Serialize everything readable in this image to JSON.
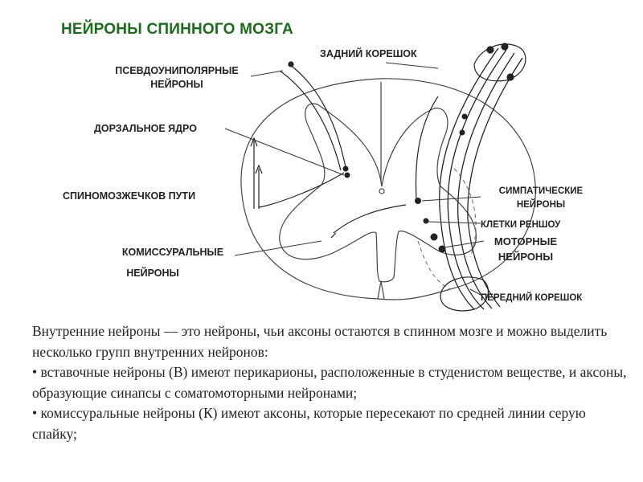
{
  "title": "НЕЙРОНЫ СПИННОГО МОЗГА",
  "labels": {
    "posterior_root": "ЗАДНИЙ КОРЕШОК",
    "pseudounipolar_1": "ПСЕВДОУНИПОЛЯРНЫЕ",
    "pseudounipolar_2": "НЕЙРОНЫ",
    "dorsal_nucleus": "ДОРЗАЛЬНОЕ ЯДРО",
    "spinocerebellar": "СПИНОМОЗЖЕЧКОВ ПУТИ",
    "commissural_1": "КОМИССУРАЛЬНЫЕ",
    "commissural_2": "НЕЙРОНЫ",
    "sympathetic_1": "СИМПАТИЧЕСКИЕ",
    "sympathetic_2": "НЕЙРОНЫ",
    "renshaw": "КЛЕТКИ РЕНШОУ",
    "motor_1": "МОТОРНЫЕ",
    "motor_2": "НЕЙРОНЫ",
    "anterior_root": "ПЕРЕДНИЙ КОРЕШОК"
  },
  "paragraphs": [
    "Внутренние нейроны — это нейроны, чьи аксоны остаются в спинном мозге и можно выделить несколько групп внутренних нейронов:",
    " • вставочные нейроны (В) имеют перикарионы, расположенные в студенистом веществе, и аксоны, образующие синапсы с соматомоторными нейронами;",
    "• комиссуральные нейроны (К) имеют аксоны, которые пересекают по средней линии серую спайку;"
  ],
  "colors": {
    "title": "#1a6e1a",
    "text": "#222222",
    "line": "#333333"
  }
}
